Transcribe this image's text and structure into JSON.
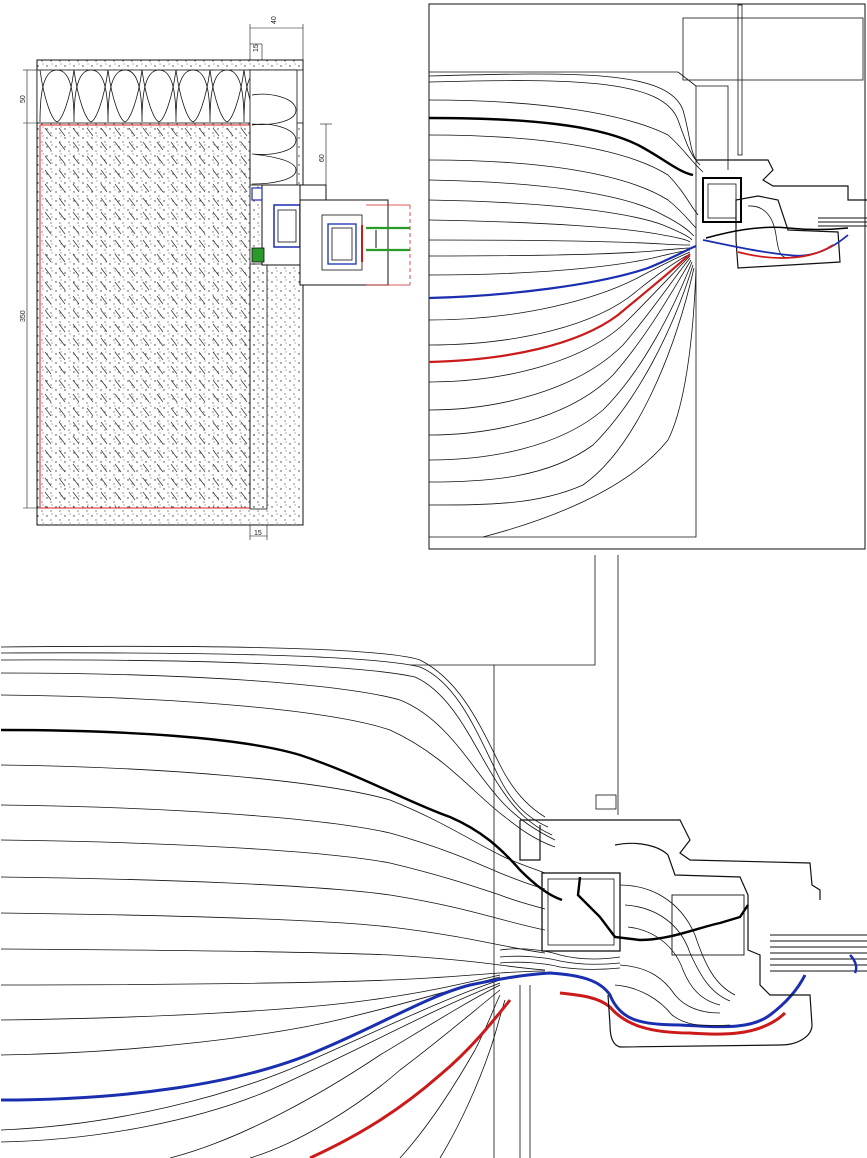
{
  "section_drawing": {
    "dimensions": {
      "top_offset": "40",
      "gap": "15",
      "insulation_thickness": "50",
      "reveal_depth": "60",
      "wall_thickness": "350",
      "bottom_offset": "15"
    }
  },
  "colors": {
    "isotherm_zero": "#1a2fb0",
    "isotherm_dew": "#cc1a1a",
    "isotherm_bold": "#000000",
    "glass_seal": "#2a9a2a",
    "wall_boundary": "#d42020"
  }
}
